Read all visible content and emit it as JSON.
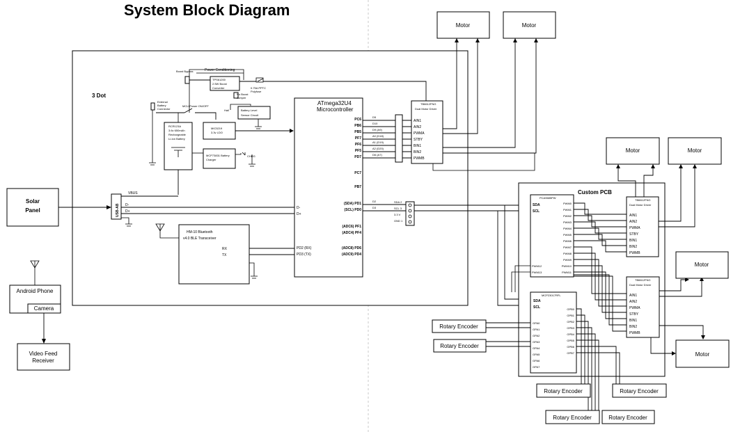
{
  "title": "System Block Diagram",
  "board_3dot": {
    "label": "3 Dot",
    "power_conditioning": "Power Conditioning",
    "boost_bypass": "Boost Bypass",
    "boost_converter": [
      "TPS61200",
      "2.5W Boost",
      "Converter"
    ],
    "polyfuse": [
      "0.75A PPTC",
      "Polyfuse"
    ],
    "no_boost_jumper": [
      "No Boost",
      "Jumper"
    ],
    "ext_battery": [
      "External",
      "Battery",
      "Connector"
    ],
    "mcu_power": "MCU Power ON/OFF",
    "hall": "Hall",
    "battery_sensor": [
      "Battery Level",
      "Sensor Circuit"
    ],
    "ldo": [
      "MIC5219",
      "3.3v LDO"
    ],
    "battery": [
      "RCR123A",
      "3.6v 650mAh",
      "Rechargeable",
      "Li-Ion Battery"
    ],
    "charger": [
      "MCP73831 Battery",
      "Charger"
    ],
    "chrg": "CHRG",
    "mcu": [
      "ATmega32U4",
      "Microcontroller"
    ],
    "mcu_pins_right": [
      "PC6",
      "PB6",
      "PB5",
      "PF7",
      "PF6",
      "PF5",
      "PD7",
      "PC7",
      "PB7",
      "(SDA) PD1",
      "(SCL) PD0",
      "(ADC6) PF1",
      "(ADC4) PF4",
      "(ADC8) PD6",
      "(ADC9) PD4"
    ],
    "mcu_pins_left": [
      "D-",
      "D+"
    ],
    "mcu_pins_uart": [
      "PD2 (RX)",
      "PD3 (TX)"
    ],
    "pin_nums": [
      "D5",
      "D10",
      "D9 (A9)",
      "A0 (D18)",
      "A1 (D19)",
      "A2 (D20)",
      "D6 (A7)",
      "D2",
      "D3"
    ],
    "i2c_header": [
      "SDA 2",
      "SCL 3",
      "3.3 V",
      "GND 1"
    ],
    "usb": "USB-AB",
    "vbus": "VBUS",
    "usb_pins": [
      "D-",
      "D+"
    ],
    "bluetooth": [
      "HM-10 Bluetooth",
      "v4.0 BLE Transceiver"
    ],
    "bt_pins": [
      "RX",
      "TX"
    ],
    "motor_driver": {
      "title": [
        "TB6612FNG",
        "Dual Motor Driver"
      ],
      "pins": [
        "AIN1",
        "AIN2",
        "PWMA",
        "STBY",
        "BIN1",
        "BIN2",
        "PWMB"
      ]
    }
  },
  "solar_panel": [
    "Solar",
    "Panel"
  ],
  "android_phone": "Android Phone",
  "camera": "Camera",
  "video_feed": [
    "Video Feed",
    "Receiver"
  ],
  "motor": "Motor",
  "custom_pcb": {
    "label": "Custom PCB",
    "pwm_chip": "PCA9685PW",
    "pwm_inputs": [
      "SDA",
      "SCL"
    ],
    "pwm_outputs": [
      "PWM0",
      "PWM1",
      "PWM2",
      "PWM3",
      "PWM4",
      "PWM5",
      "PWM6",
      "PWM7",
      "PWM8",
      "PWM9",
      "PWM10",
      "PWM11"
    ],
    "pwm_left_outputs": [
      "PWM12",
      "PWM13"
    ],
    "io_chip": "MCP23017RFL",
    "io_inputs": [
      "SDA",
      "SCL"
    ],
    "io_gpa": [
      "GPA0",
      "GPA1",
      "GPA2",
      "GPA3",
      "GPA4",
      "GPA5",
      "GPA6",
      "GPA7"
    ],
    "io_gpb": [
      "GPB0",
      "GPB1",
      "GPB2",
      "GPB3",
      "GPB4",
      "GPB5",
      "GPB6",
      "GPB7"
    ]
  },
  "rotary_encoder": "Rotary Encoder"
}
